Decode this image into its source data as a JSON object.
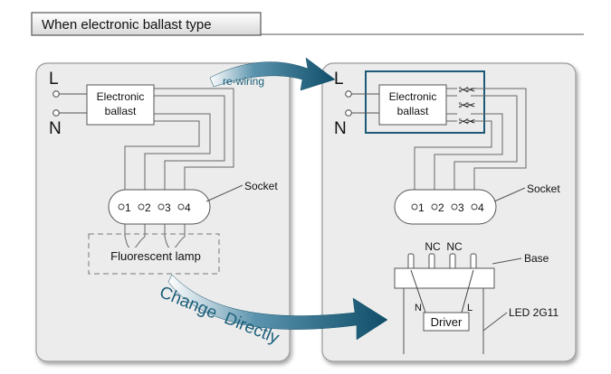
{
  "header": {
    "title": "When electronic ballast type"
  },
  "left_panel": {
    "L": "L",
    "N": "N",
    "ballast": [
      "Electronic",
      "ballast"
    ],
    "pins": [
      "1",
      "2",
      "3",
      "4"
    ],
    "socket_label": "Socket",
    "lamp_label": "Fluorescent lamp"
  },
  "right_panel": {
    "L": "L",
    "N": "N",
    "ballast": [
      "Electronic",
      "ballast"
    ],
    "pins": [
      "1",
      "2",
      "3",
      "4"
    ],
    "socket_label": "Socket",
    "nc_labels": [
      "NC",
      "NC"
    ],
    "base_label": "Base",
    "led_label": "LED 2G11",
    "driver_label": "Driver",
    "driver_n": "N",
    "driver_l": "L"
  },
  "arrows": {
    "rewiring": "re-wiring",
    "change_directly": "Change  Directly"
  },
  "colors": {
    "arrow_teal": "#1b5f7a",
    "panel_fill": "#ececec",
    "panel_border": "#9a9a9a",
    "highlight_box": "#1d5a78"
  }
}
